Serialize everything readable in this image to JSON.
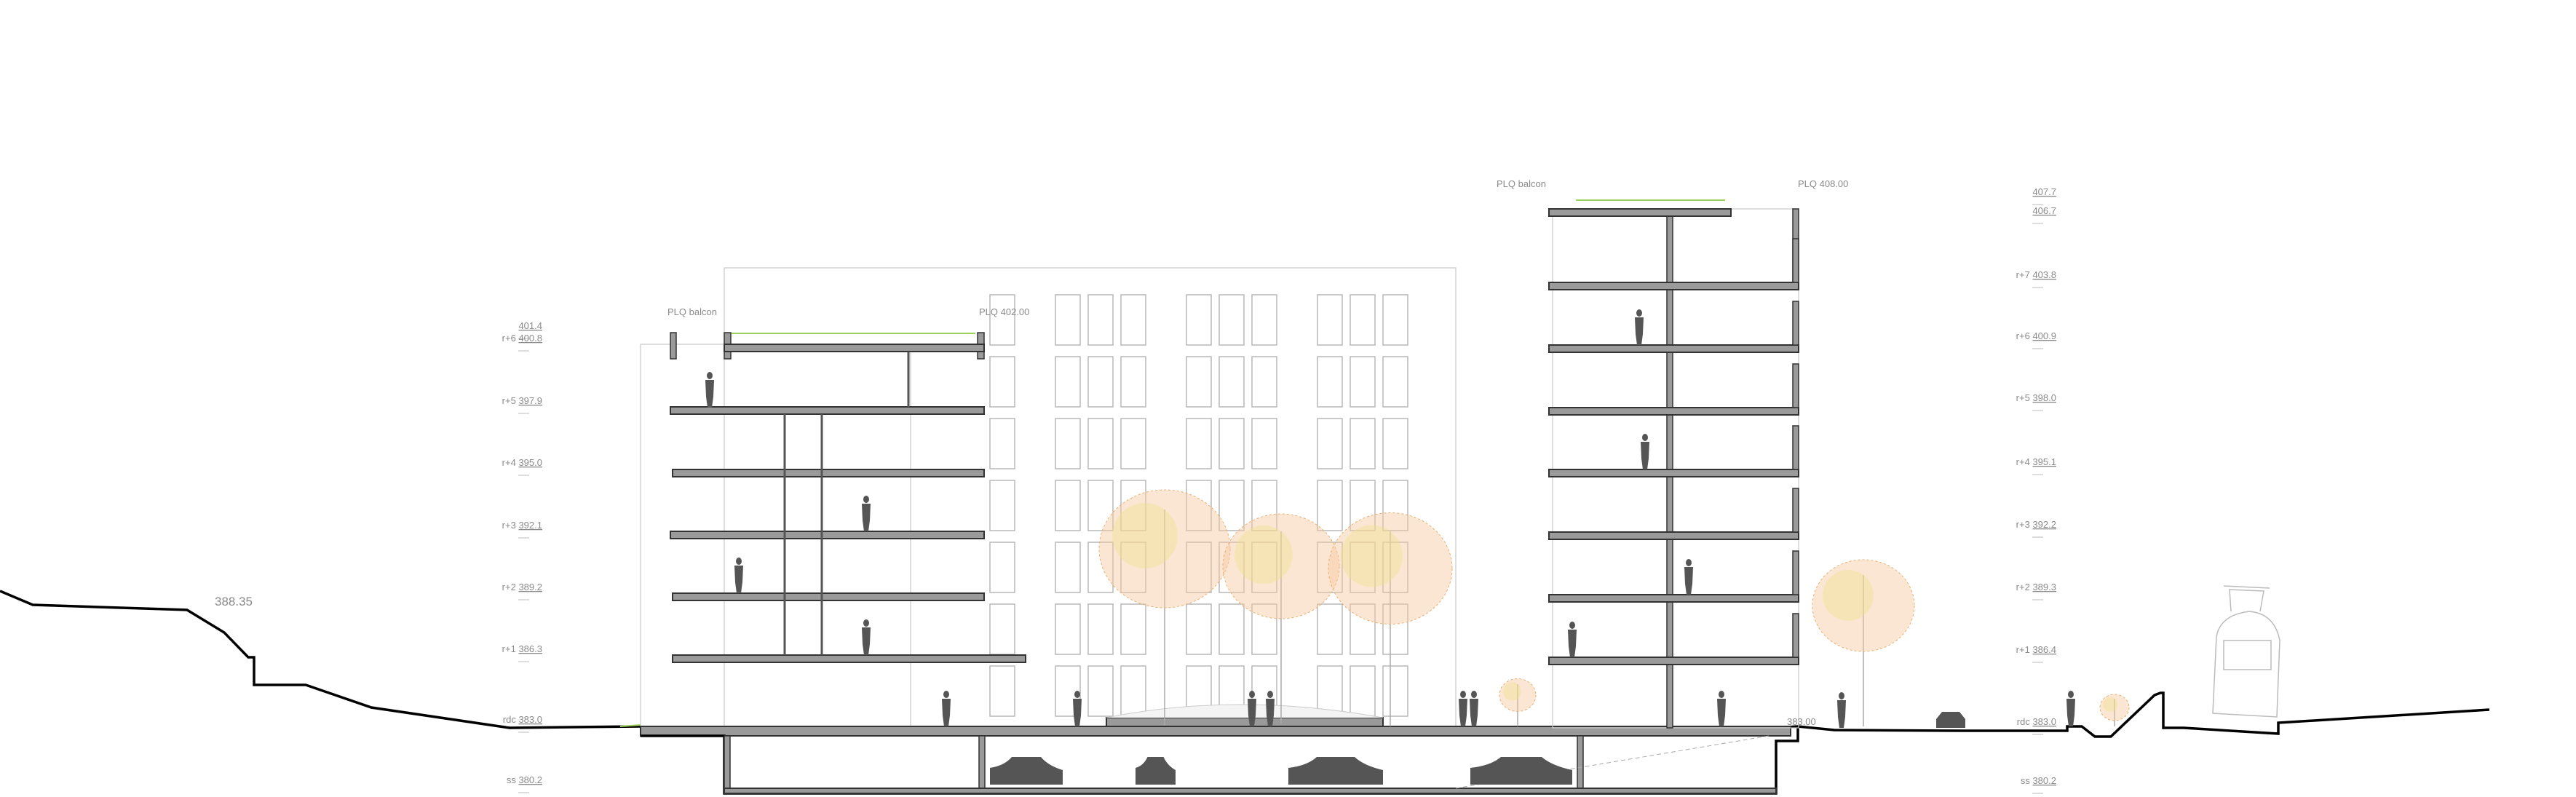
{
  "title": "Coupe — section",
  "left_levels": [
    {
      "name": "",
      "value": "401.4"
    },
    {
      "name": "r+6",
      "value": "400.8"
    },
    {
      "name": "r+5",
      "value": "397.9"
    },
    {
      "name": "r+4",
      "value": "395.0"
    },
    {
      "name": "r+3",
      "value": "392.1"
    },
    {
      "name": "r+2",
      "value": "389.2"
    },
    {
      "name": "r+1",
      "value": "386.3"
    },
    {
      "name": "rdc",
      "value": "383.0"
    },
    {
      "name": "ss",
      "value": "380.2"
    }
  ],
  "right_levels": [
    {
      "name": "",
      "value": "407.7"
    },
    {
      "name": "",
      "value": "406.7"
    },
    {
      "name": "r+7",
      "value": "403.8"
    },
    {
      "name": "r+6",
      "value": "400.9"
    },
    {
      "name": "r+5",
      "value": "398.0"
    },
    {
      "name": "r+4",
      "value": "395.1"
    },
    {
      "name": "r+3",
      "value": "392.2"
    },
    {
      "name": "r+2",
      "value": "389.3"
    },
    {
      "name": "r+1",
      "value": "386.4"
    },
    {
      "name": "rdc",
      "value": "383.0"
    },
    {
      "name": "ss",
      "value": "380.2"
    }
  ],
  "annotations": {
    "plq_balcon_left": "PLQ balcon",
    "plq_left": "PLQ 402.00",
    "plq_balcon_right": "PLQ balcon",
    "plq_right": "PLQ 408.00",
    "terrain_left": "388.35",
    "terrain_right": "383.00"
  },
  "colors": {
    "slab": "#9a9a9a",
    "silhouette": "#555555",
    "grass": "#9bd35a",
    "foliage": "#f0a070"
  }
}
